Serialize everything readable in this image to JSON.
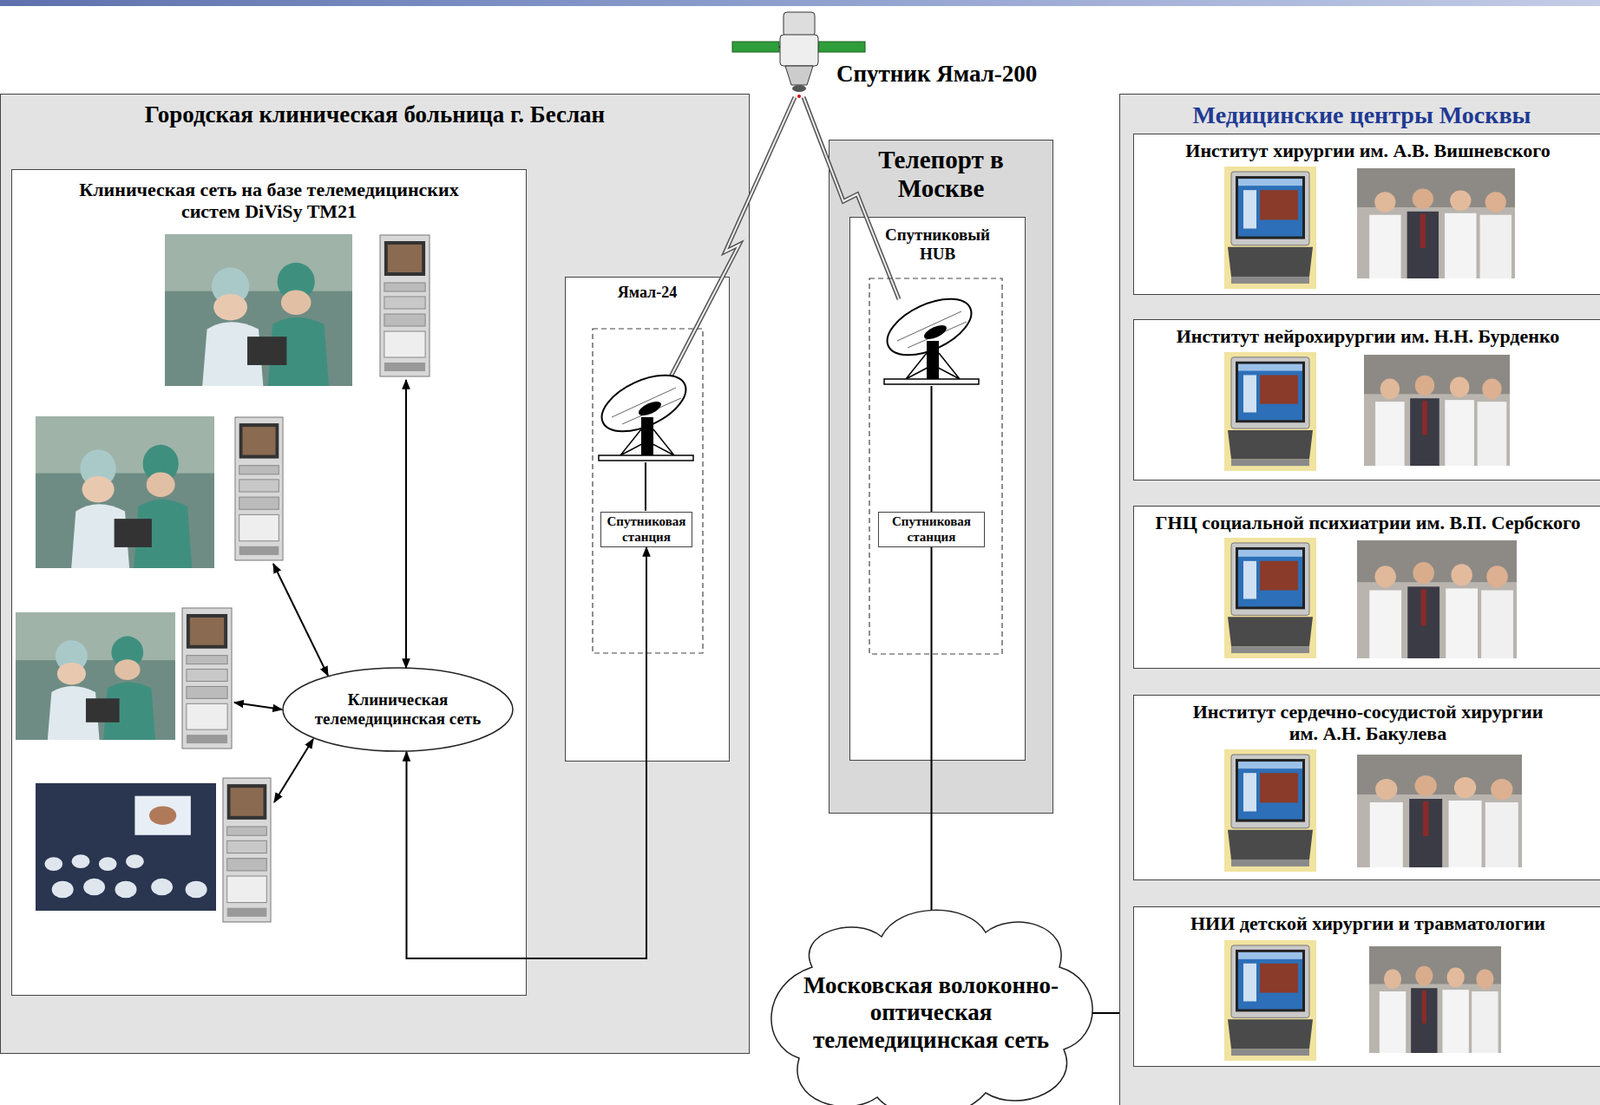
{
  "diagram": {
    "nodes": [
      {
        "text": [
          "Городская клиническая больница г. Беслан"
        ]
      },
      {
        "text": [
          "Клиническая сеть на базе телемедицинских систем DiViSy TM21"
        ],
        "in": 0
      },
      {
        "text": [
          "Клиническая телемедицинская сеть"
        ],
        "in": 1
      },
      {
        "text": [
          "Ямал-24"
        ],
        "in": 0
      },
      {
        "text": [
          "Спутниковая станция"
        ],
        "in": 3
      },
      {
        "text": [
          "Телепорт в Москве"
        ]
      },
      {
        "text": [
          "Спутниковый HUB"
        ],
        "in": 5
      },
      {
        "text": [
          "Спутниковая станция"
        ],
        "in": 6
      },
      {
        "text": [
          "Московская волоконно-оптическая телемедицинская сеть"
        ]
      },
      {
        "text": [
          "Медицинские центры Москвы"
        ]
      },
      {
        "text": [
          "Институт хирургии им. А.В. Вишневского"
        ],
        "in": 9
      },
      {
        "text": [
          "Институт нейрохирургии им. Н.Н. Бурденко"
        ],
        "in": 9
      },
      {
        "text": [
          "ГНЦ социальной психиатрии им. В.П. Сербского"
        ],
        "in": 9
      },
      {
        "text": [
          "Институт сердечно-сосудистой хирургии им. А.Н. Бакулева"
        ],
        "in": 9
      },
      {
        "text": [
          "НИИ детской хирургии и травматологии"
        ],
        "in": 9
      }
    ],
    "edges": [
      {
        "from": 2,
        "to": 4,
        "arrow": "both"
      },
      {
        "from": 7,
        "to": 8,
        "arrow": "none"
      },
      {
        "from": 8,
        "to": 9,
        "arrow": "none"
      }
    ],
    "labels": [
      "Спутник Ямал-200"
    ]
  }
}
